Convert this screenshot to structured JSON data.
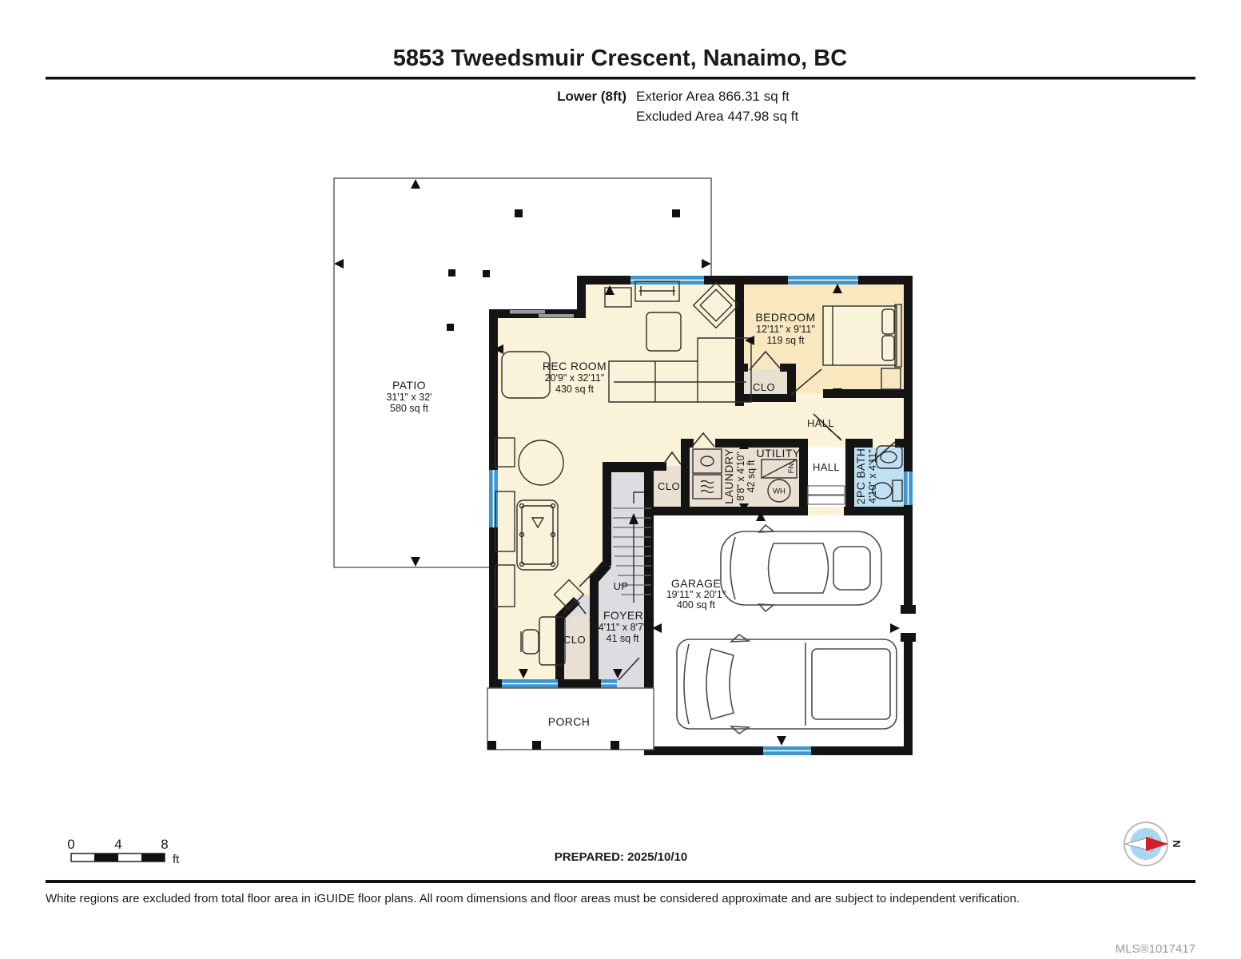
{
  "header": {
    "title": "5853 Tweedsmuir Crescent, Nanaimo, BC",
    "floor_label": "Lower (8ft)",
    "exterior_area": "Exterior Area 866.31 sq ft",
    "excluded_area": "Excluded Area 447.98 sq ft"
  },
  "rooms": {
    "patio": {
      "name": "PATIO",
      "dims": "31'1\" x 32'",
      "area": "580 sq ft"
    },
    "rec_room": {
      "name": "REC ROOM",
      "dims": "20'9\" x 32'11\"",
      "area": "430 sq ft"
    },
    "bedroom": {
      "name": "BEDROOM",
      "dims": "12'11\" x 9'11\"",
      "area": "119 sq ft"
    },
    "bedroom_closet": {
      "name": "CLO"
    },
    "hall_upper": {
      "name": "HALL"
    },
    "hall_lower": {
      "name": "HALL"
    },
    "laundry": {
      "name": "LAUNDRY",
      "dims": "8'8\" x 4'10\"",
      "area": "42 sq ft"
    },
    "utility": {
      "name": "UTILITY"
    },
    "bath": {
      "name": "2PC BATH",
      "dims": "4'10\" x 4'11\""
    },
    "stairs": {
      "up_label": "UP"
    },
    "stair_closet": {
      "name": "CLO"
    },
    "foyer": {
      "name": "FOYER",
      "dims": "4'11\" x 8'7\"",
      "area": "41 sq ft"
    },
    "foyer_closet": {
      "name": "CLO"
    },
    "garage": {
      "name": "GARAGE",
      "dims": "19'11\" x 20'1\"",
      "area": "400 sq ft"
    },
    "porch": {
      "name": "PORCH"
    }
  },
  "appliances": {
    "water_heater": "WH",
    "furnace": "FN"
  },
  "scale_bar": {
    "tick_0": "0",
    "tick_4": "4",
    "tick_8": "8",
    "unit": "ft"
  },
  "compass": {
    "north": "N"
  },
  "footer": {
    "prepared": "PREPARED: 2025/10/10",
    "disclaimer": "White regions are excluded from total floor area in iGUIDE floor plans. All room dimensions and floor areas must be considered approximate and are subject to independent verification.",
    "mls": "MLS®1017417"
  },
  "colors": {
    "wall": "#141414",
    "interior_cream": "#FBF3D9",
    "bedroom_cream": "#F9E8BF",
    "closet_beige": "#E9E0D3",
    "stairs_gray": "#DDDCE0",
    "bath_blue": "#C0E1F3",
    "window_blue": "#3D96CC",
    "compass_blue": "#A9D7F2",
    "compass_red": "#D41F26"
  }
}
